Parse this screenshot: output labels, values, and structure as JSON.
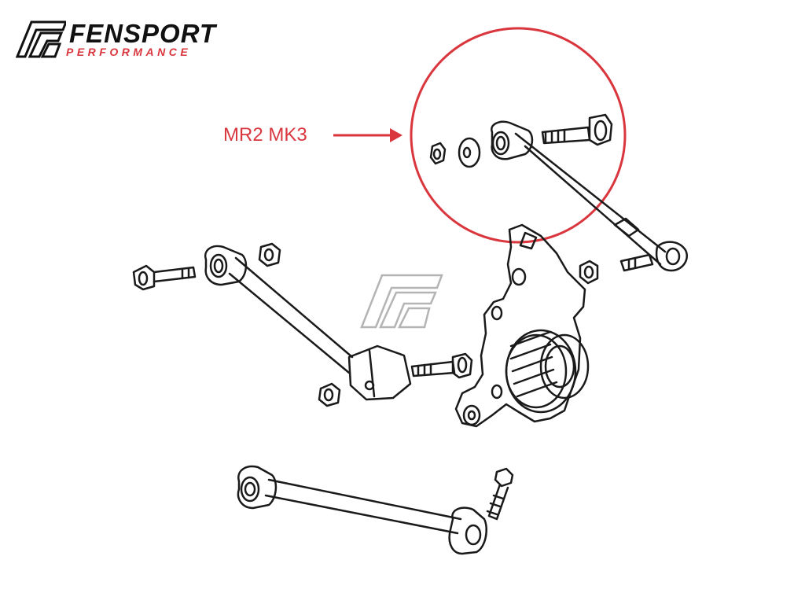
{
  "brand": {
    "name": "FENSPORT",
    "tagline": "PERFORMANCE",
    "logo_icon": "fensport-f-logo-icon"
  },
  "callout": {
    "label": "MR2 MK3",
    "marker": "circle",
    "pointer": "arrow-right"
  },
  "watermark": {
    "icon": "fensport-f-watermark-icon"
  },
  "colors": {
    "accent": "#d9363e",
    "line": "#1a1a1a",
    "watermark": "#b4b4b4",
    "background": "#ffffff"
  }
}
